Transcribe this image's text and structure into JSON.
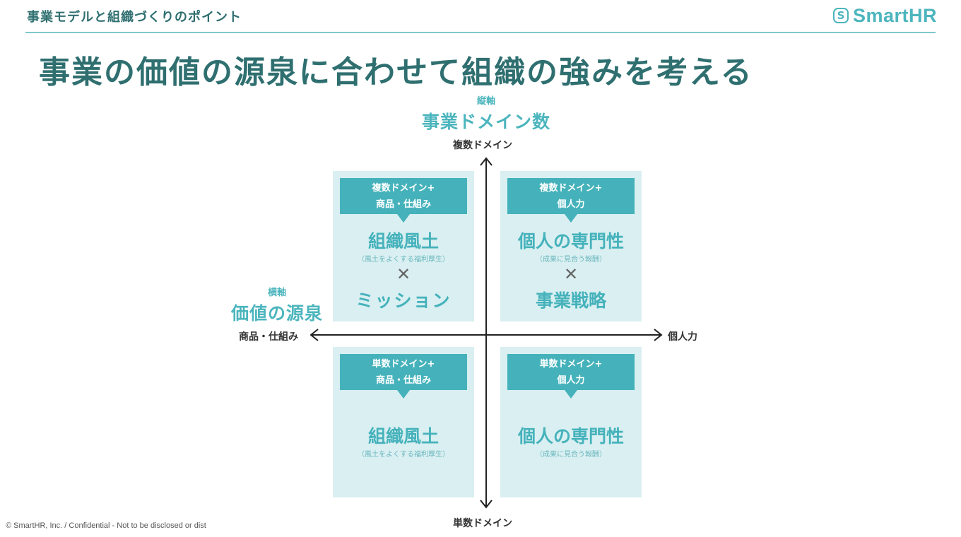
{
  "header": {
    "section_title": "事業モデルと組織づくりのポイント",
    "logo_glyph": "S",
    "logo_text": "SmartHR"
  },
  "main_title": "事業の価値の源泉に合わせて組織の強みを考える",
  "vertical_axis": {
    "caption_small": "縦軸",
    "caption": "事業ドメイン数",
    "top_label": "複数ドメイン",
    "bottom_label": "単数ドメイン"
  },
  "horizontal_axis": {
    "caption_small": "横軸",
    "caption": "価値の源泉",
    "left_label": "商品・仕組み",
    "right_label": "個人力"
  },
  "quadrants": {
    "top_left": {
      "head_line1": "複数ドメイン+",
      "head_line2": "商品・仕組み",
      "main": "組織風土",
      "sub": "（風土をよくする福利厚生）",
      "times": "✕",
      "second": "ミッション"
    },
    "top_right": {
      "head_line1": "複数ドメイン+",
      "head_line2": "個人力",
      "main": "個人の専門性",
      "sub": "（成果に見合う報酬）",
      "times": "✕",
      "second": "事業戦略"
    },
    "bottom_left": {
      "head_line1": "単数ドメイン+",
      "head_line2": "商品・仕組み",
      "main": "組織風土",
      "sub": "（風土をよくする福利厚生）"
    },
    "bottom_right": {
      "head_line1": "単数ドメイン+",
      "head_line2": "個人力",
      "main": "個人の専門性",
      "sub": "（成果に見合う報酬）"
    }
  },
  "footer": "© SmartHR, Inc. / Confidential - Not to be disclosed or dist",
  "colors": {
    "accent": "#45b2bb",
    "title": "#2f6f70",
    "quadrant_bg": "#d9eff1",
    "rule": "#7ec7cd"
  }
}
